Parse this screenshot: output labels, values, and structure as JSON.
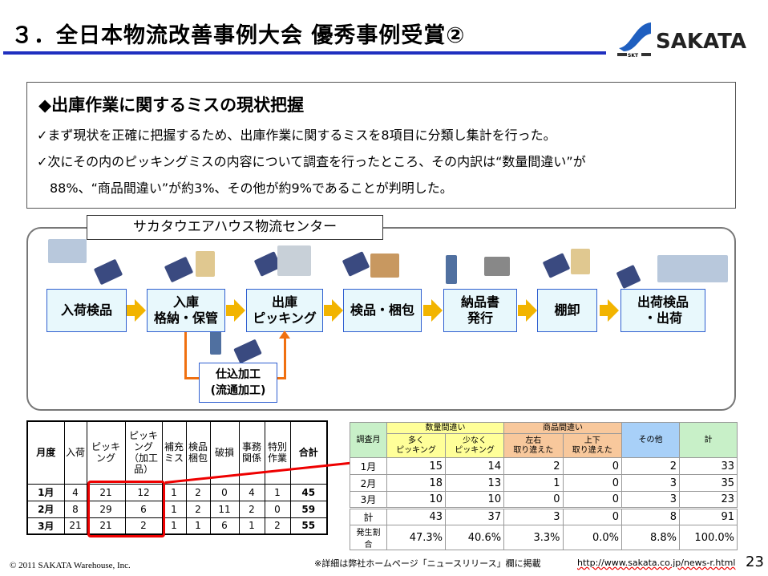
{
  "header": {
    "title": "３．全日本物流改善事例大会 優秀事例受賞②",
    "logo_text": "SAKATA",
    "logo_sub": "SKT"
  },
  "summary": {
    "heading": "◆出庫作業に関するミスの現状把握",
    "lines": [
      "✓まず現状を正確に把握するため、出庫作業に関するミスを8項目に分類し集計を行った。",
      "✓次にその内のピッキングミスの内容について調査を行ったところ、その内訳は“数量間違い”が",
      "　88%、“商品間違い”が約3%、その他が約9%であることが判明した。"
    ]
  },
  "flow": {
    "label": "サカタウエアハウス物流センター",
    "steps": [
      "入荷検品",
      "入庫\n格納・保管",
      "出庫\nピッキング",
      "検品・梱包",
      "納品書\n発行",
      "棚卸",
      "出荷検品\n・出荷"
    ],
    "sub_step": "仕込加工\n(流通加工)"
  },
  "table1": {
    "headers": [
      "月度",
      "入荷",
      "ピッキング",
      "ピッキング（加工品）",
      "補充ミス",
      "検品梱包",
      "破損",
      "事務関係",
      "特別作業",
      "合計"
    ],
    "rows": [
      [
        "1月",
        "4",
        "21",
        "12",
        "1",
        "2",
        "0",
        "4",
        "1",
        "45"
      ],
      [
        "2月",
        "8",
        "29",
        "6",
        "1",
        "2",
        "11",
        "2",
        "0",
        "59"
      ],
      [
        "3月",
        "21",
        "21",
        "2",
        "1",
        "1",
        "6",
        "1",
        "2",
        "55"
      ]
    ]
  },
  "table2": {
    "month_header": "調査月",
    "group1": "数量間違い",
    "group2": "商品間違い",
    "other": "その他",
    "total": "計",
    "sub": [
      "多く\nピッキング",
      "少なく\nピッキング",
      "左右\n取り違えた",
      "上下\n取り違えた"
    ],
    "rows": [
      [
        "1月",
        "15",
        "14",
        "2",
        "0",
        "2",
        "33"
      ],
      [
        "2月",
        "18",
        "13",
        "1",
        "0",
        "3",
        "35"
      ],
      [
        "3月",
        "10",
        "10",
        "0",
        "0",
        "3",
        "23"
      ],
      [
        "計",
        "43",
        "37",
        "3",
        "0",
        "8",
        "91"
      ],
      [
        "発生割合",
        "47.3%",
        "40.6%",
        "3.3%",
        "0.0%",
        "8.8%",
        "100.0%"
      ]
    ]
  },
  "footer": {
    "copyright": "© 2011 SAKATA Warehouse, Inc.",
    "note": "※詳細は弊社ホームページ「ニュースリリース」欄に掲載",
    "url": "http://www.sakata.co.jp/news-r.html",
    "page": "23"
  }
}
